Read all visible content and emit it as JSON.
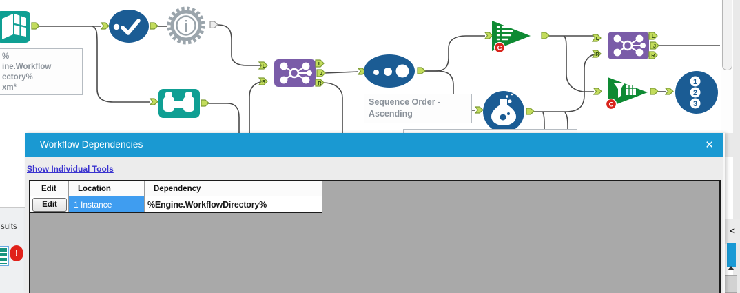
{
  "window": {
    "title": "Workflow Dependencies",
    "close_glyph": "✕"
  },
  "dialog": {
    "link_label": "Show Individual Tools",
    "table": {
      "headers": [
        "Edit",
        "Location",
        "Dependency"
      ],
      "row": {
        "edit_button": "Edit",
        "location": "1 Instance",
        "dependency": "%Engine.WorkflowDirectory%"
      }
    }
  },
  "canvas": {
    "annotation_source_lines": [
      "%",
      "ine.Workflow",
      "ectory%",
      "xm*"
    ],
    "annotation_sort_lines": [
      "Sequence Order -",
      "Ascending"
    ],
    "join_anchor_letters": {
      "l": "L",
      "j": "J",
      "r": "R"
    },
    "record_id_digits": [
      "1",
      "2",
      "3"
    ],
    "conflict_badge": "C",
    "macro_info_glyph": "i"
  },
  "results_panel": {
    "title_partial": "sults",
    "error_glyph": "!"
  },
  "right_bar": {
    "collapse_glyph": "<"
  },
  "colors": {
    "titlebar_blue": "#1a99d2",
    "selection_blue": "#3f9df0",
    "link_blue": "#3a33cf",
    "tool_teal": "#0f9f93",
    "tool_blue": "#1b5c94",
    "tool_purple": "#7a5ca8",
    "tool_green": "#0e8a33",
    "badge_red": "#d9251c",
    "anchor_lime": "#c3dc5c"
  }
}
